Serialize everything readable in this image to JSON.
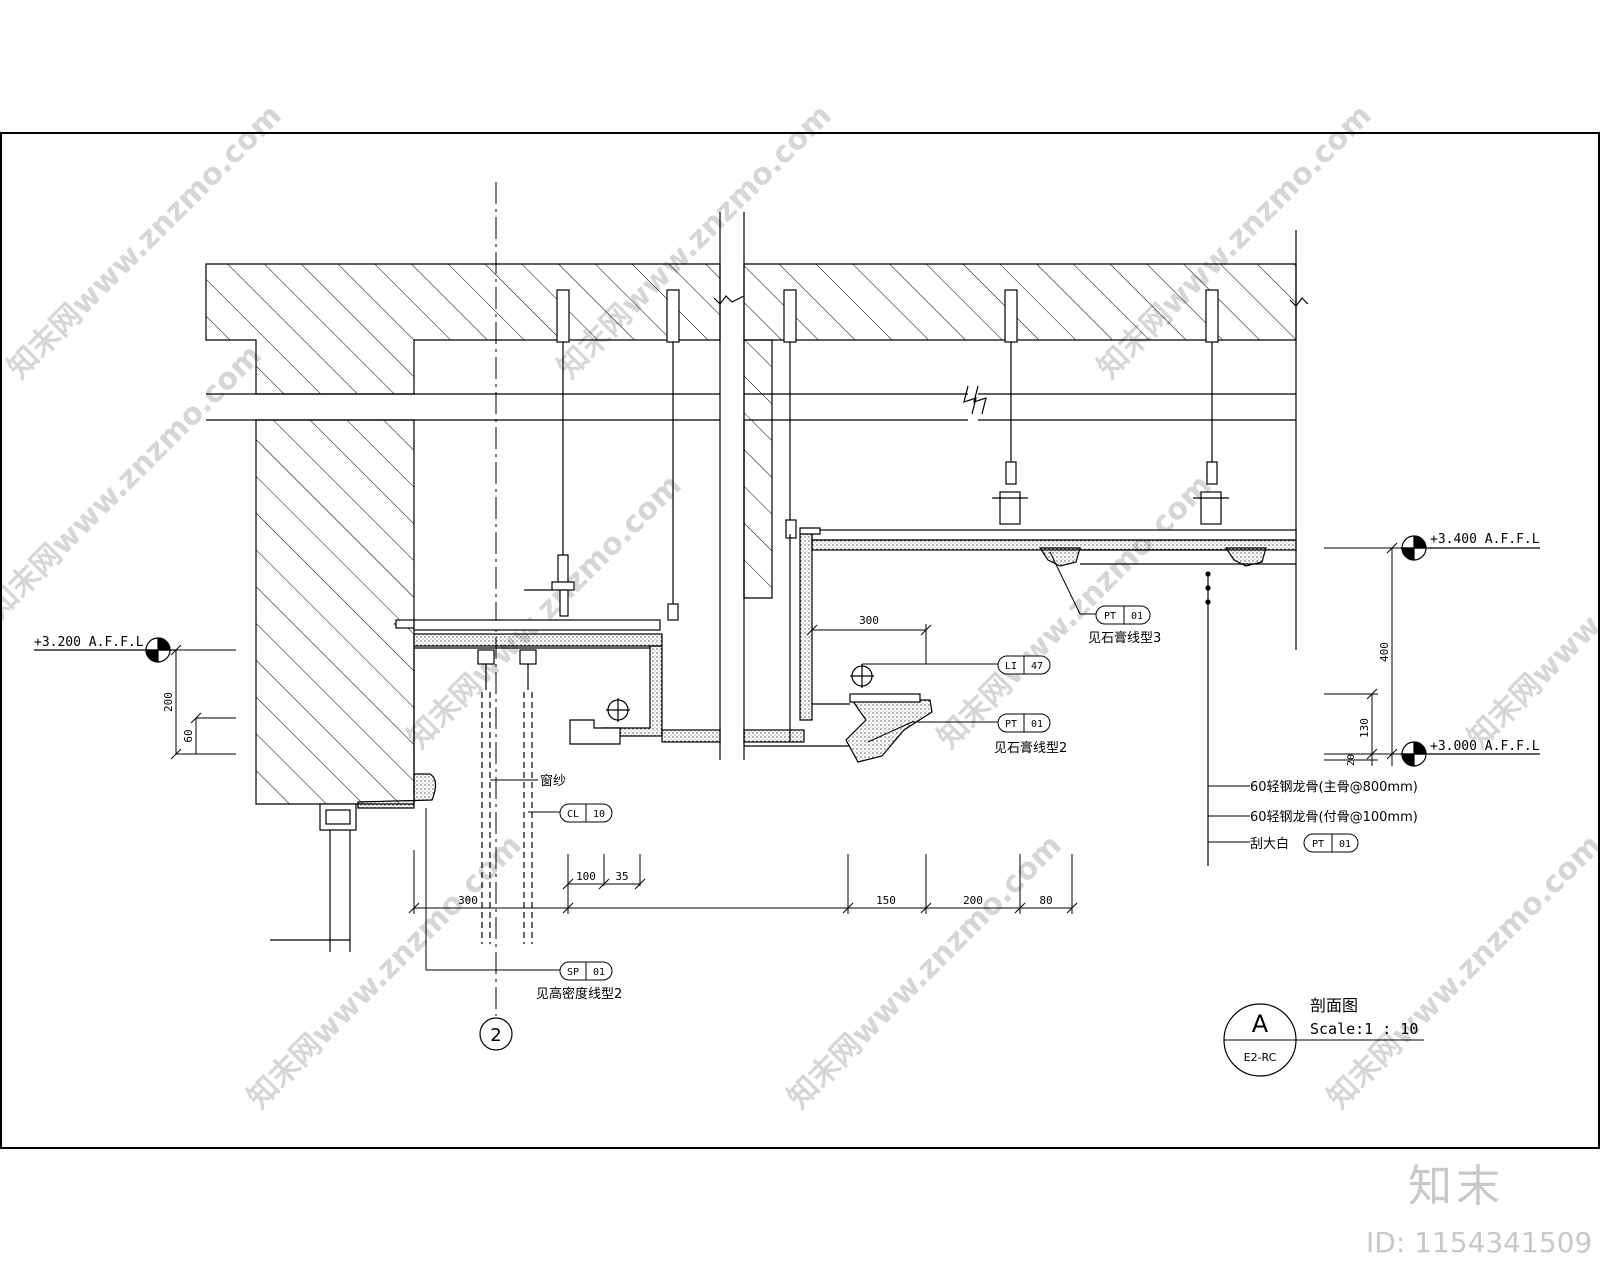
{
  "drawing": {
    "levels": [
      {
        "id": "lvl-3200",
        "label": "+3.200 A.F.F.L"
      },
      {
        "id": "lvl-3400",
        "label": "+3.400 A.F.F.L"
      },
      {
        "id": "lvl-3000",
        "label": "+3.000 A.F.F.L"
      }
    ],
    "dimensions": {
      "left_200": "200",
      "left_60": "60",
      "top_300": "300",
      "b_300": "300",
      "b_100": "100",
      "b_35": "35",
      "b_150": "150",
      "b_200": "200",
      "b_80": "80",
      "r_400": "400",
      "r_130": "130",
      "r_20": "20"
    },
    "tags": {
      "pt01_top": {
        "code": "PT",
        "num": "01",
        "note": "见石膏线型3"
      },
      "li47": {
        "code": "LI",
        "num": "47"
      },
      "pt01_mid": {
        "code": "PT",
        "num": "01",
        "note": "见石膏线型2"
      },
      "cl10": {
        "code": "CL",
        "num": "10"
      },
      "sp01": {
        "code": "SP",
        "num": "01",
        "note": "见高密度线型2"
      },
      "pt01_bot": {
        "code": "PT",
        "num": "01"
      }
    },
    "notes": {
      "curtain": "窗纱",
      "spec1": "60轻钢龙骨(主骨@800mm)",
      "spec2": "60轻钢龙骨(付骨@100mm)",
      "spec3": "刮大白"
    },
    "grid_axis": "2",
    "section": {
      "letter": "A",
      "sheet": "E2-RC",
      "title": "剖面图",
      "scale": "Scale:1 : 10"
    },
    "watermark": "知末网www.znzmo.com"
  },
  "site": {
    "logo": "知末",
    "id_label": "ID: 1154341509"
  }
}
